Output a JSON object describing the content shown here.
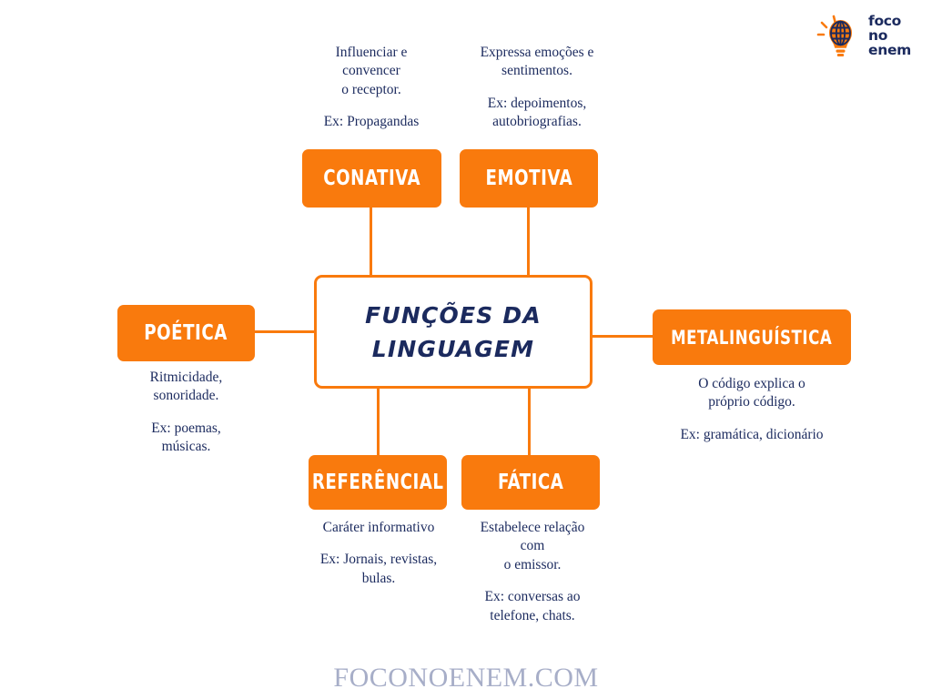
{
  "brand": {
    "logo_icon": "lightbulb-globe-icon",
    "line1": "foco",
    "line2": "no enem",
    "footer": "FOCONOENEM.COM"
  },
  "colors": {
    "orange": "#f97a0d",
    "navy": "#1b2a5e",
    "footer_gray": "#a7aec8",
    "white": "#ffffff"
  },
  "center": {
    "title_line1": "FUNÇÕES DA",
    "title_line2": "LINGUAGEM"
  },
  "nodes": {
    "conativa": {
      "label": "CONATIVA",
      "desc_line1": "Influenciar e",
      "desc_line2": "convencer",
      "desc_line3": "o receptor.",
      "example": "Ex: Propagandas"
    },
    "emotiva": {
      "label": "EMOTIVA",
      "desc_line1": "Expressa emoções e",
      "desc_line2": "sentimentos.",
      "example_line1": "Ex: depoimentos,",
      "example_line2": "autobriografias."
    },
    "poetica": {
      "label": "POÉTICA",
      "desc_line1": "Ritmicidade,",
      "desc_line2": "sonoridade.",
      "example_line1": "Ex: poemas,",
      "example_line2": "músicas."
    },
    "metalinguistica": {
      "label": "METALINGUÍSTICA",
      "desc_line1": "O código explica o",
      "desc_line2": "próprio código.",
      "example": "Ex: gramática, dicionário"
    },
    "referencial": {
      "label": "REFERÊNCIAL",
      "desc_line1": "Caráter informativo",
      "example_line1": "Ex: Jornais, revistas,",
      "example_line2": "bulas."
    },
    "fatica": {
      "label": "FÁTICA",
      "desc_line1": "Estabelece relação",
      "desc_line2": "com",
      "desc_line3": "o emissor.",
      "example_line1": "Ex: conversas ao",
      "example_line2": "telefone, chats."
    }
  },
  "chart_data": {
    "type": "diagram",
    "title": "FUNÇÕES DA LINGUAGEM",
    "layout": "radial mind map, central node with six branches",
    "center": "FUNÇÕES DA LINGUAGEM",
    "branches": [
      {
        "name": "CONATIVA",
        "position": "top-left",
        "definition": "Influenciar e convencer o receptor.",
        "example": "Ex: Propagandas"
      },
      {
        "name": "EMOTIVA",
        "position": "top-right",
        "definition": "Expressa emoções e sentimentos.",
        "example": "Ex: depoimentos, autobriografias."
      },
      {
        "name": "POÉTICA",
        "position": "left",
        "definition": "Ritmicidade, sonoridade.",
        "example": "Ex: poemas, músicas."
      },
      {
        "name": "METALINGUÍSTICA",
        "position": "right",
        "definition": "O código explica o próprio código.",
        "example": "Ex: gramática, dicionário"
      },
      {
        "name": "REFERÊNCIAL",
        "position": "bottom-left",
        "definition": "Caráter informativo",
        "example": "Ex: Jornais, revistas, bulas."
      },
      {
        "name": "FÁTICA",
        "position": "bottom-right",
        "definition": "Estabelece relação com o emissor.",
        "example": "Ex: conversas ao telefone, chats."
      }
    ]
  }
}
